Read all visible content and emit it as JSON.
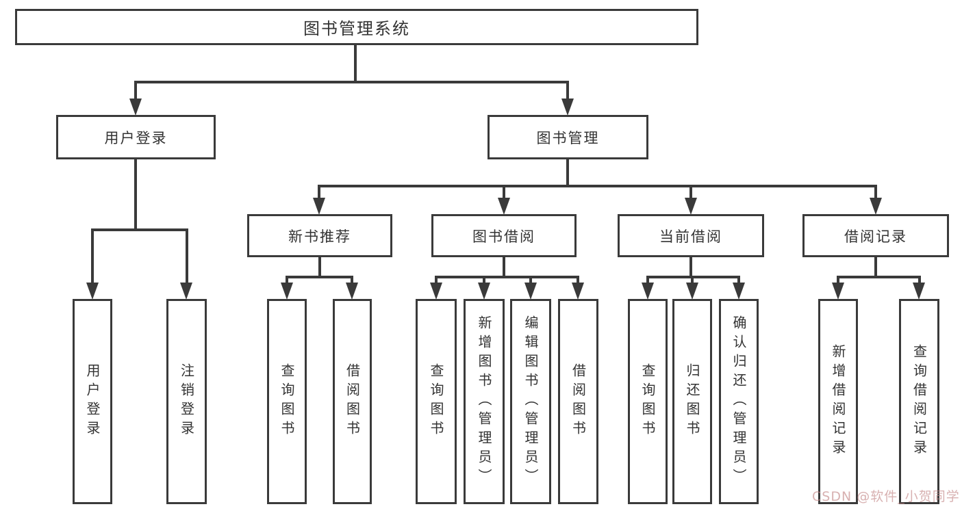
{
  "tree": {
    "root": {
      "label": "图书管理系统",
      "children": [
        {
          "label": "用户登录",
          "children": [
            {
              "label": "用户登录"
            },
            {
              "label": "注销登录"
            }
          ]
        },
        {
          "label": "图书管理",
          "children": [
            {
              "label": "新书推荐",
              "children": [
                {
                  "label": "查询图书"
                },
                {
                  "label": "借阅图书"
                }
              ]
            },
            {
              "label": "图书借阅",
              "children": [
                {
                  "label": "查询图书"
                },
                {
                  "label": "新增图书（管理员）"
                },
                {
                  "label": "编辑图书（管理员）"
                },
                {
                  "label": "借阅图书"
                }
              ]
            },
            {
              "label": "当前借阅",
              "children": [
                {
                  "label": "查询图书"
                },
                {
                  "label": "归还图书"
                },
                {
                  "label": "确认归还（管理员）"
                }
              ]
            },
            {
              "label": "借阅记录",
              "children": [
                {
                  "label": "新增借阅记录"
                },
                {
                  "label": "查询借阅记录"
                }
              ]
            }
          ]
        }
      ]
    }
  },
  "watermark": {
    "text": "CSDN @软件_小贺同学"
  },
  "colors": {
    "line": "#3a3a3a",
    "box_border": "#333333",
    "text": "#333333",
    "background": "#ffffff",
    "watermark": "rgba(195,135,135,0.65)"
  }
}
